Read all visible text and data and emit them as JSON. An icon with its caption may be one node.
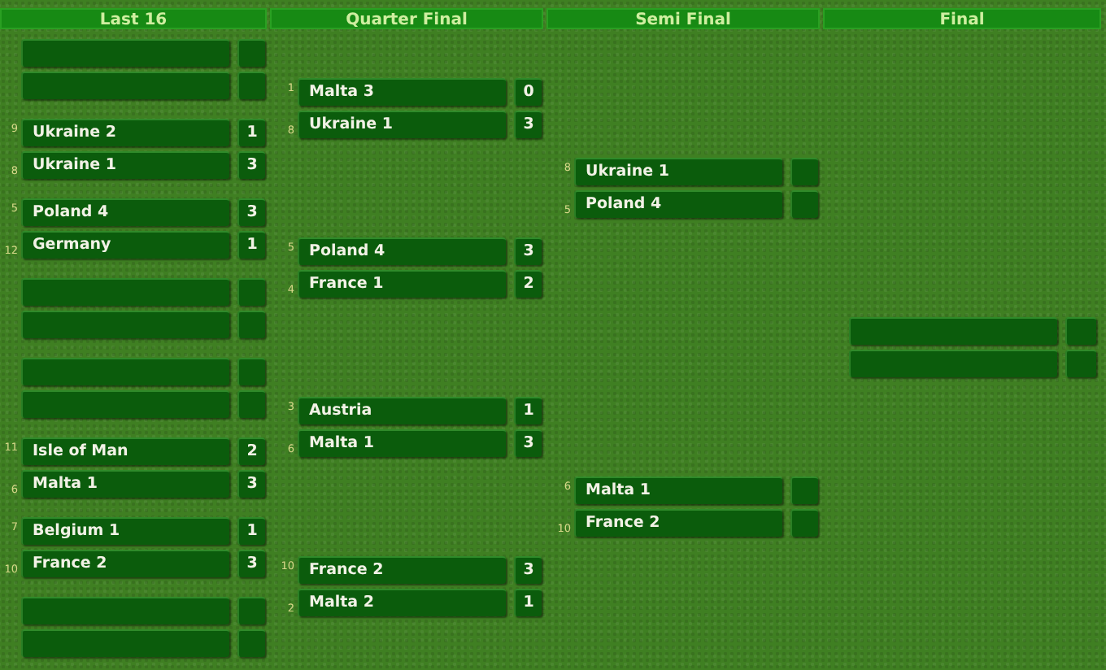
{
  "diagram": {
    "nodes": [
      {
        "text": [
          "Last 16"
        ]
      },
      {
        "text": [
          "Quarter Final"
        ]
      },
      {
        "text": [
          "Semi Final"
        ]
      },
      {
        "text": [
          "Final"
        ]
      },
      {
        "text": [],
        "shape": "box"
      },
      {
        "text": [],
        "shape": "box"
      },
      {
        "text": [],
        "shape": "box"
      },
      {
        "text": [],
        "shape": "box"
      },
      {
        "text": [
          "Ukraine 2"
        ],
        "beside": [
          "9"
        ]
      },
      {
        "text": [
          "1"
        ]
      },
      {
        "text": [
          "Ukraine 1"
        ],
        "beside": [
          "8"
        ]
      },
      {
        "text": [
          "3"
        ]
      },
      {
        "text": [
          "Poland 4"
        ],
        "beside": [
          "5"
        ]
      },
      {
        "text": [
          "3"
        ]
      },
      {
        "text": [
          "Germany"
        ],
        "beside": [
          "12"
        ]
      },
      {
        "text": [
          "1"
        ]
      },
      {
        "text": [],
        "shape": "box"
      },
      {
        "text": [],
        "shape": "box"
      },
      {
        "text": [],
        "shape": "box"
      },
      {
        "text": [],
        "shape": "box"
      },
      {
        "text": [],
        "shape": "box"
      },
      {
        "text": [],
        "shape": "box"
      },
      {
        "text": [],
        "shape": "box"
      },
      {
        "text": [],
        "shape": "box"
      },
      {
        "text": [
          "Isle of Man"
        ],
        "beside": [
          "11"
        ]
      },
      {
        "text": [
          "2"
        ]
      },
      {
        "text": [
          "Malta 1"
        ],
        "beside": [
          "6"
        ]
      },
      {
        "text": [
          "3"
        ]
      },
      {
        "text": [
          "Belgium 1"
        ],
        "beside": [
          "7"
        ]
      },
      {
        "text": [
          "1"
        ]
      },
      {
        "text": [
          "France 2"
        ],
        "beside": [
          "10"
        ]
      },
      {
        "text": [
          "3"
        ]
      },
      {
        "text": [],
        "shape": "box"
      },
      {
        "text": [],
        "shape": "box"
      },
      {
        "text": [],
        "shape": "box"
      },
      {
        "text": [],
        "shape": "box"
      },
      {
        "text": [
          "Malta 3"
        ],
        "beside": [
          "1"
        ]
      },
      {
        "text": [
          "0"
        ]
      },
      {
        "text": [
          "Ukraine 1"
        ],
        "beside": [
          "8"
        ]
      },
      {
        "text": [
          "3"
        ]
      },
      {
        "text": [
          "Poland 4"
        ],
        "beside": [
          "5"
        ]
      },
      {
        "text": [
          "3"
        ]
      },
      {
        "text": [
          "France 1"
        ],
        "beside": [
          "4"
        ]
      },
      {
        "text": [
          "2"
        ]
      },
      {
        "text": [
          "Austria"
        ],
        "beside": [
          "3"
        ]
      },
      {
        "text": [
          "1"
        ]
      },
      {
        "text": [
          "Malta 1"
        ],
        "beside": [
          "6"
        ]
      },
      {
        "text": [
          "3"
        ]
      },
      {
        "text": [
          "France 2"
        ],
        "beside": [
          "10"
        ]
      },
      {
        "text": [
          "3"
        ]
      },
      {
        "text": [
          "Malta 2"
        ],
        "beside": [
          "2"
        ]
      },
      {
        "text": [
          "1"
        ]
      },
      {
        "text": [
          "Ukraine 1"
        ],
        "beside": [
          "8"
        ]
      },
      {
        "text": [],
        "shape": "box"
      },
      {
        "text": [
          "Poland 4"
        ],
        "beside": [
          "5"
        ]
      },
      {
        "text": [],
        "shape": "box"
      },
      {
        "text": [
          "Malta 1"
        ],
        "beside": [
          "6"
        ]
      },
      {
        "text": [],
        "shape": "box"
      },
      {
        "text": [
          "France 2"
        ],
        "beside": [
          "10"
        ]
      },
      {
        "text": [],
        "shape": "box"
      },
      {
        "text": [],
        "shape": "box"
      },
      {
        "text": [],
        "shape": "box"
      },
      {
        "text": [],
        "shape": "box"
      },
      {
        "text": [],
        "shape": "box"
      }
    ]
  }
}
